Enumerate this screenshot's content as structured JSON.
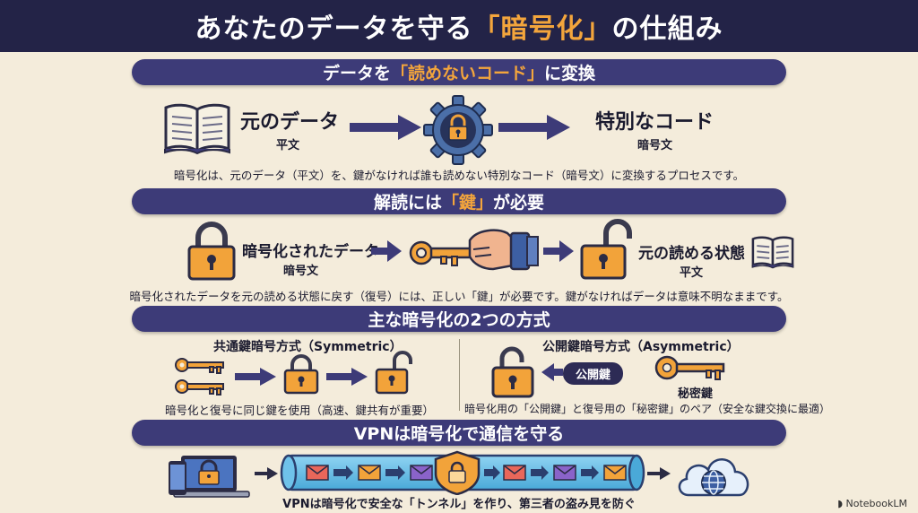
{
  "title": {
    "pre": "あなたのデータを守る",
    "highlight": "「暗号化」",
    "post": "の仕組み"
  },
  "section1": {
    "band_pre": "データを",
    "band_highlight": "「読めないコード」",
    "band_post": "に変換",
    "left_title": "元のデータ",
    "left_sub": "平文",
    "right_title": "特別なコード",
    "right_sub": "暗号文",
    "caption": "暗号化は、元のデータ（平文）を、鍵がなければ誰も読めない特別なコード（暗号文）に変換するプロセスです。"
  },
  "section2": {
    "band_pre": "解読には",
    "band_highlight": "「鍵」",
    "band_post": "が必要",
    "left_title": "暗号化されたデータ",
    "left_sub": "暗号文",
    "right_title": "元の読める状態",
    "right_sub": "平文",
    "caption": "暗号化されたデータを元の読める状態に戻す（復号）には、正しい「鍵」が必要です。鍵がなければデータは意味不明なままです。"
  },
  "section3": {
    "band": "主な暗号化の2つの方式",
    "left_title": "共通鍵暗号方式（Symmetric）",
    "left_caption": "暗号化と復号に同じ鍵を使用（高速、鍵共有が重要）",
    "right_title": "公開鍵暗号方式（Asymmetric）",
    "public_key_label": "公開鍵",
    "private_key_label": "秘密鍵",
    "right_caption": "暗号化用の「公開鍵」と復号用の「秘密鍵」のペア（安全な鍵交換に最適）"
  },
  "section4": {
    "band": "VPNは暗号化で通信を守る",
    "caption": "VPNは暗号化で安全な「トンネル」を作り、第三者の盗み見を防ぐ"
  },
  "brand": "NotebookLM",
  "colors": {
    "navy": "#232347",
    "band": "#3d3b78",
    "orange": "#f3a53c",
    "lock_body": "#f2a33a",
    "gear": "#4b6fa8",
    "arrow": "#3d3b78"
  }
}
